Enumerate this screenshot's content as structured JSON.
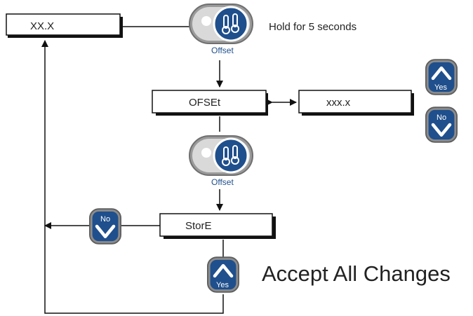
{
  "displays": {
    "main_value": "XX.X",
    "offset_mode": "OFSEt",
    "offset_value": "xxx.x",
    "store": "StorE"
  },
  "instructions": {
    "hold": "Hold for 5 seconds",
    "accept": "Accept All Changes"
  },
  "buttons": {
    "offset_label": "Offset",
    "yes_label": "Yes",
    "no_label": "No"
  },
  "icons": {
    "offset_key": "thermometer-key-icon",
    "yes_key": "up-arrow-key-icon",
    "no_key": "down-arrow-key-icon"
  },
  "colors": {
    "key_blue": "#1f4f8c",
    "key_grey": "#8c8c8c"
  }
}
